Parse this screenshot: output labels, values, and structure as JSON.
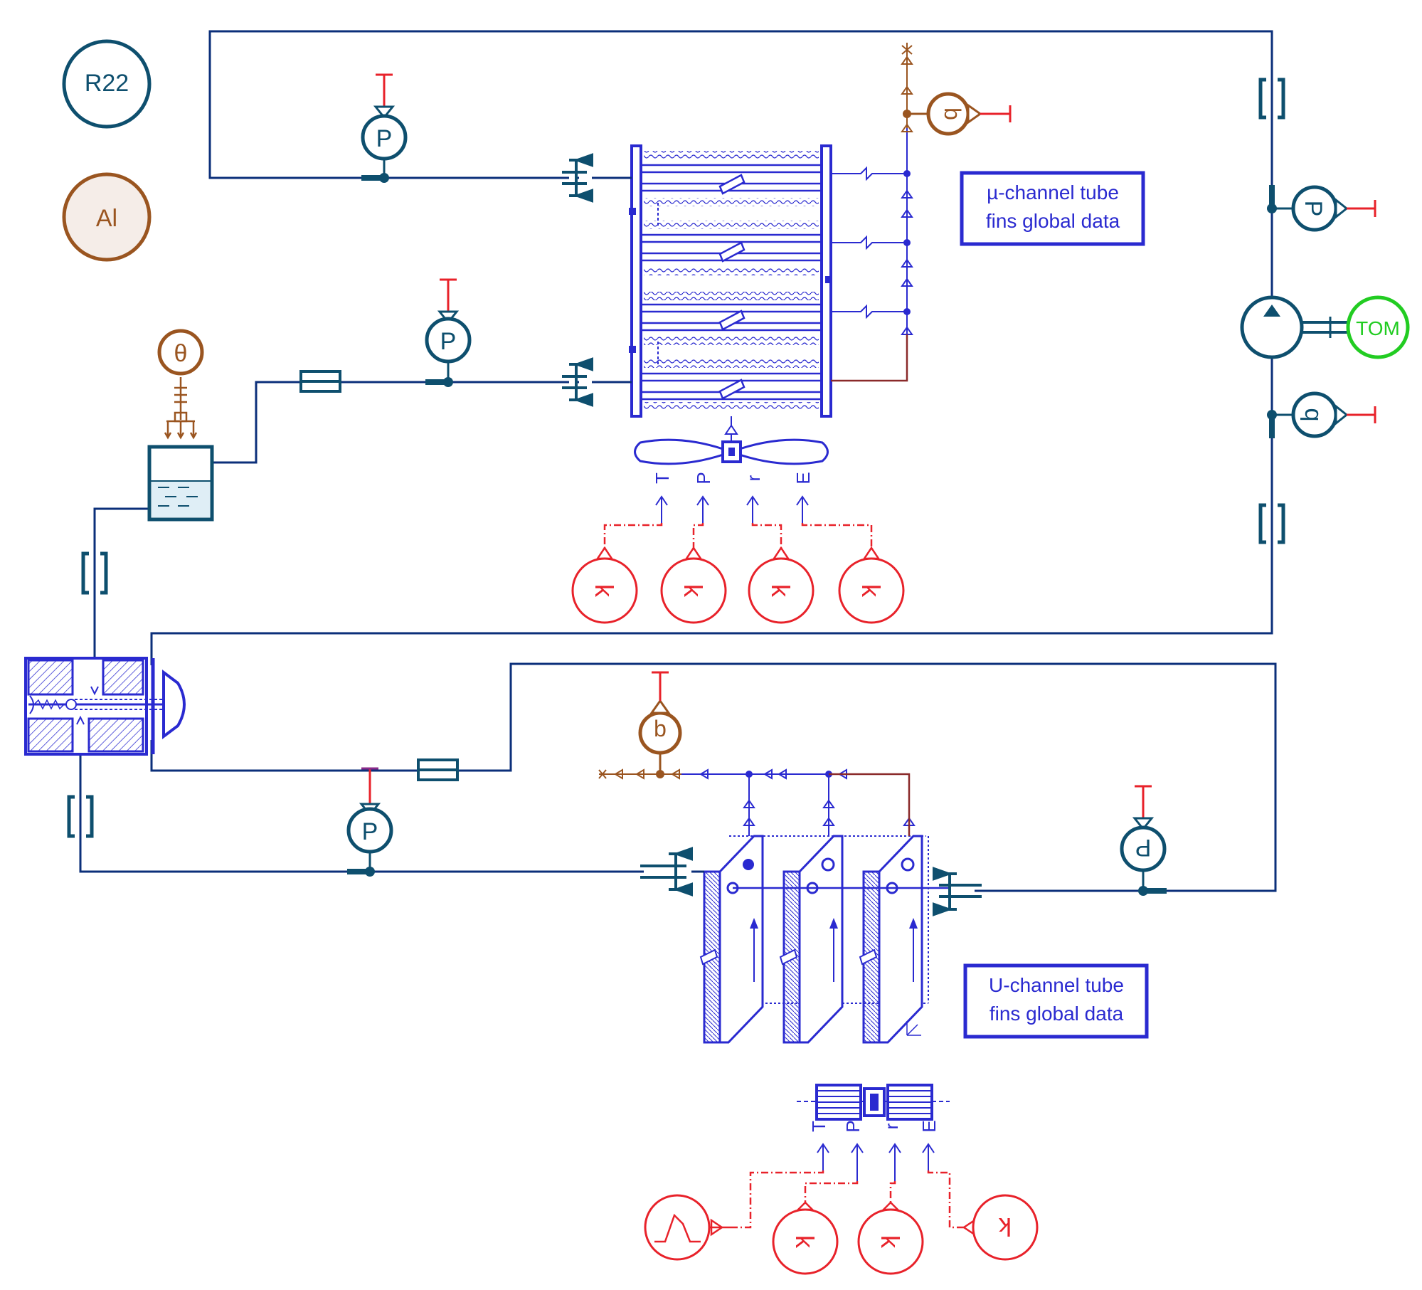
{
  "badges": {
    "fluid": "R22",
    "material": "Al"
  },
  "boxes": {
    "condenser": {
      "line1": "µ-channel tube",
      "line2": "fins global data"
    },
    "evaporator": {
      "line1": "U-channel tube",
      "line2": "fins global data"
    }
  },
  "sensors": {
    "p": "P",
    "q": "q",
    "theta": "θ"
  },
  "motor": "TOM",
  "fan_inputs": {
    "t": "T",
    "p": "P",
    "r": "r",
    "e": "E"
  },
  "sources": {
    "k": "k"
  },
  "colors": {
    "pipe": "#0b2f7a",
    "component": "#2a2ad0",
    "teal": "#0e4f6e",
    "signal": "#e8222a",
    "brown": "#9a5520",
    "green": "#22cc22"
  }
}
